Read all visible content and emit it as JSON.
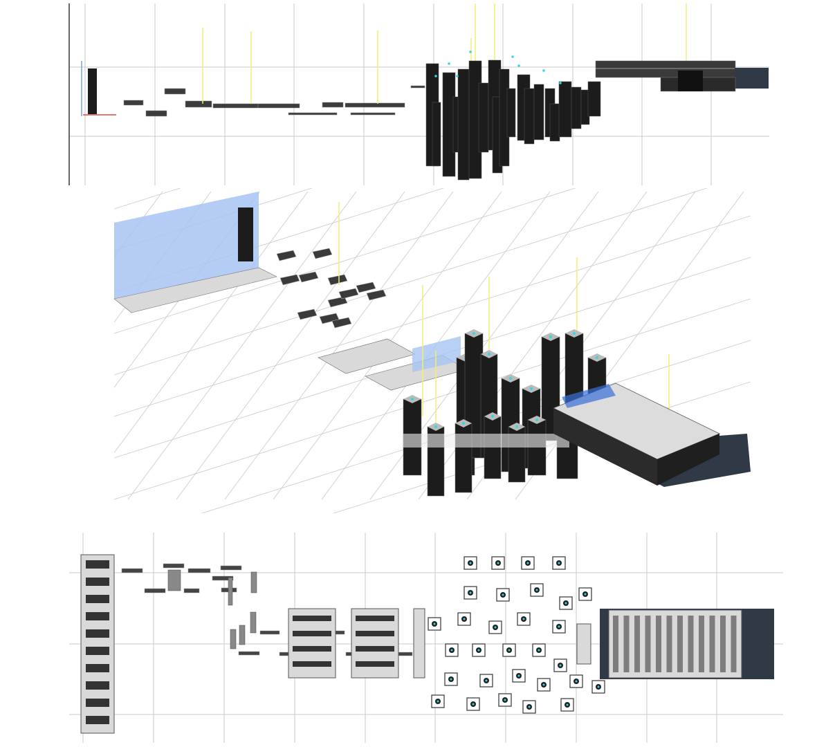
{
  "viewport": {
    "panels": [
      {
        "id": "front",
        "label": "",
        "view": "front-elevation"
      },
      {
        "id": "iso",
        "label": "",
        "view": "isometric"
      },
      {
        "id": "top",
        "label": "",
        "view": "plan"
      }
    ]
  },
  "colors": {
    "background": "#ffffff",
    "grid": "#c8c8c8",
    "axis": "#333333",
    "module_dark": "#1c1c1c",
    "module_light": "#d9d9d9",
    "module_mid": "#9a9a9a",
    "base_slab": "#2f3a46",
    "wall_highlight": "#a8c4f2",
    "lightbeam": "#f2ef70",
    "marker_cyan": "#35d7e0",
    "marker_red": "#d94a3a"
  },
  "icons": {
    "column": "dark-vertical-column",
    "slab": "floor-slab",
    "marker": "cyan-dot-marker",
    "beam": "yellow-vertical-beam"
  }
}
